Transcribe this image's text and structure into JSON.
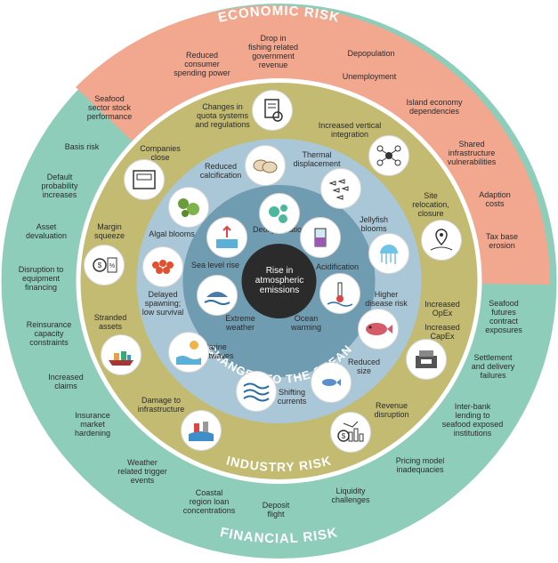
{
  "colors": {
    "economic": "#f2a78f",
    "financial": "#8fcdbb",
    "industry": "#c3bb72",
    "ocean_outer": "#a9c7d6",
    "ocean_inner": "#6f9cb0",
    "center": "#2b2b2b"
  },
  "rings": {
    "economic_title": "ECONOMIC RISK",
    "financial_title": "FINANCIAL RISK",
    "industry_title": "INDUSTRY RISK",
    "ocean_title": "CHANGES TO THE OCEAN"
  },
  "center": {
    "label": "Rise in\natmospheric\nemissions"
  },
  "economic_items": [
    "Reduced\nconsumer\nspending power",
    "Drop in\nfishing related\ngovernment\nrevenue",
    "Depopulation",
    "Unemployment",
    "Island economy\ndependencies",
    "Shared\ninfrastructure\nvulnerabilities",
    "Adaption\ncosts",
    "Tax base\nerosion"
  ],
  "financial_items": [
    "Seafood\nsector stock\nperformance",
    "Basis risk",
    "Default\nprobability\nincreases",
    "Asset\ndevaluation",
    "Disruption to\nequipment\nfinancing",
    "Reinsurance\ncapacity\nconstraints",
    "Increased\nclaims",
    "Insurance\nmarket\nhardening",
    "Weather\nrelated trigger\nevents",
    "Coastal\nregion loan\nconcentrations",
    "Deposit\nflight",
    "Liquidity\nchallenges",
    "Pricing model\ninadequacies",
    "Inter-bank\nlending to\nseafood exposed\ninstitutions",
    "Settlement\nand delivery\nfailures",
    "Seafood futures\ncontract\nexposures"
  ],
  "industry_items": [
    "Changes in\nquota systems\nand regulations",
    "Increased vertical\nintegration",
    "Site\nrelocation,\nclosure",
    "Increased\nOpEx",
    "Increased\nCapEx",
    "Revenue\ndisruption",
    "Damage to\ninfrastructure",
    "Stranded\nassets",
    "Margin\nsqueeze",
    "Companies\nclose"
  ],
  "ocean_outer_items": [
    "Thermal\ndisplacement",
    "Jellyfish\nblooms",
    "Higher\ndisease risk",
    "Reduced\nsize",
    "Shifting\ncurrents",
    "Marine\nheatwaves",
    "Delayed\nspawning;\nlow survival",
    "Algal blooms",
    "Reduced\ncalcification"
  ],
  "ocean_inner_items": [
    "Deoxygenation",
    "Acidification",
    "Ocean\nwarming",
    "Extreme\nweather",
    "Sea level rise"
  ],
  "icons": [
    "quota-document-icon",
    "network-integration-icon",
    "relocation-map-icon",
    "cost-meter-icon",
    "revenue-chart-icon",
    "damaged-infrastructure-icon",
    "stranded-ship-icon",
    "margin-percent-icon",
    "closed-shop-icon",
    "oyster-icon",
    "fish-school-icon",
    "jellyfish-icon",
    "diseased-fish-icon",
    "small-fish-icon",
    "currents-icon",
    "heatwave-icon",
    "fish-eggs-icon",
    "algae-icon",
    "oxygen-bubbles-icon",
    "acidification-icon",
    "thermometer-icon",
    "storm-icon",
    "sea-level-icon"
  ]
}
